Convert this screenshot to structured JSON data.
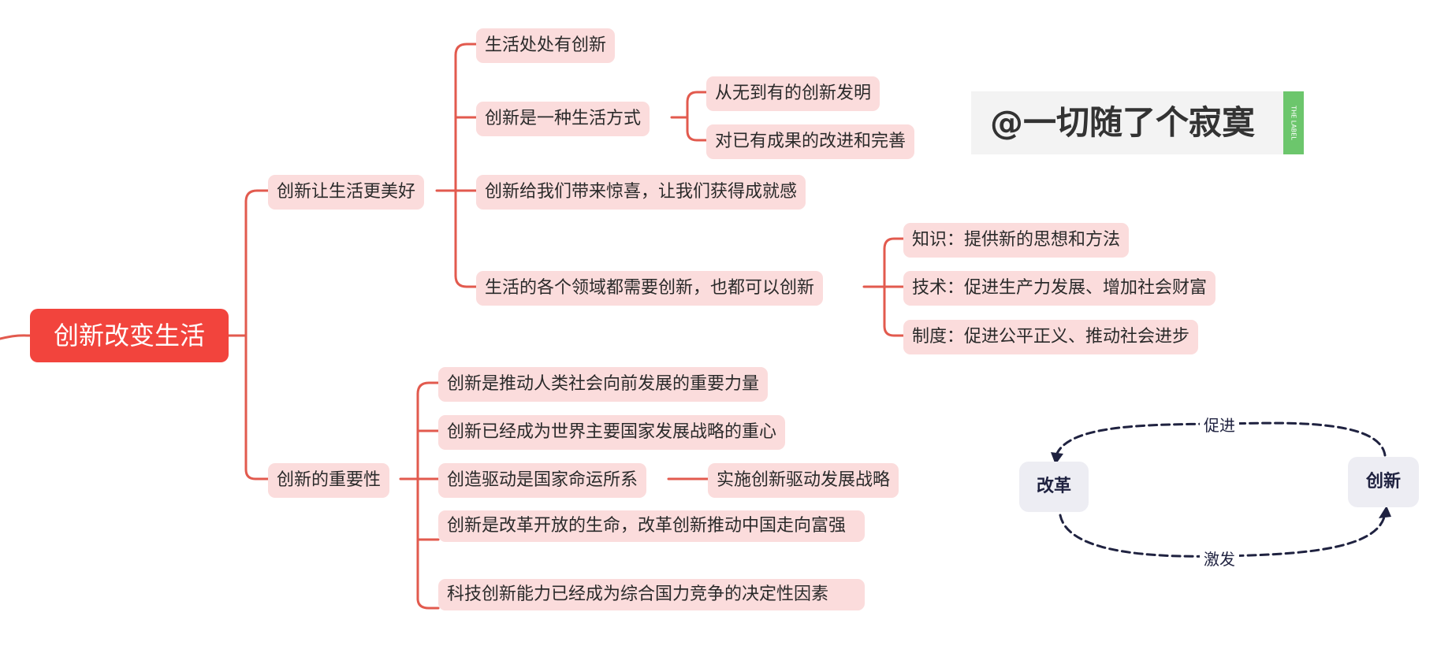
{
  "mindmap": {
    "root": "创新改变生活",
    "branch1": {
      "label": "创新让生活更美好",
      "items": [
        "生活处处有创新",
        "创新是一种生活方式",
        "创新给我们带来惊喜，让我们获得成就感",
        "生活的各个领域都需要创新，也都可以创新"
      ],
      "lifestyle_children": [
        "从无到有的创新发明",
        "对已有成果的改进和完善"
      ],
      "domain_children": [
        "知识：提供新的思想和方法",
        "技术：促进生产力发展、增加社会财富",
        "制度：促进公平正义、推动社会进步"
      ]
    },
    "branch2": {
      "label": "创新的重要性",
      "items": [
        "创新是推动人类社会向前发展的重要力量",
        "创新已经成为世界主要国家发展战略的重心",
        "创造驱动是国家命运所系",
        "创新是改革开放的生命，改革创新推动中国走向富强",
        "科技创新能力已经成为综合国力竞争的决定性因素"
      ],
      "drive_child": "实施创新驱动发展战略"
    }
  },
  "watermark": {
    "text": "@一切随了个寂寞",
    "tag": "THE LABEL"
  },
  "cycle": {
    "left": "改革",
    "right": "创新",
    "top_label": "促进",
    "bottom_label": "激发"
  },
  "colors": {
    "root_fill": "#f2443d",
    "node_fill": "#fbdcdc",
    "connector": "#e25a4e",
    "cycle_arrow": "#1f2240"
  }
}
